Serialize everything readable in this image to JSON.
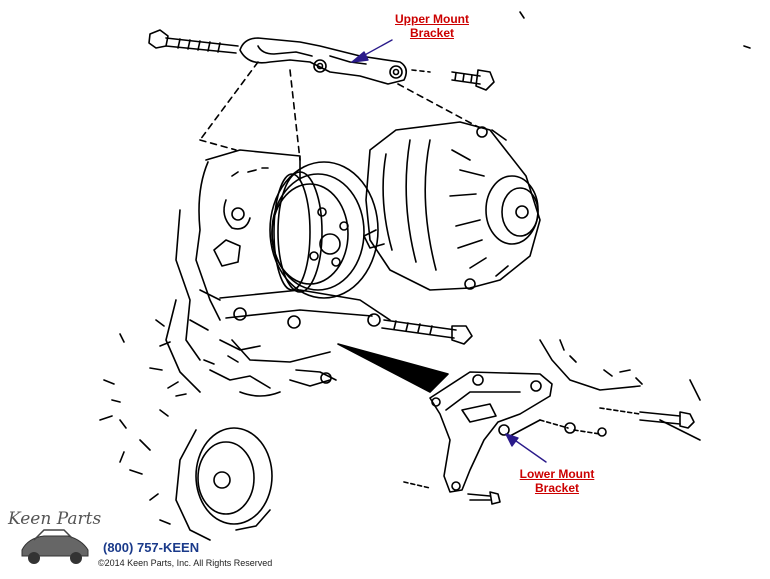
{
  "callouts": {
    "upper_mount_line1": "Upper Mount",
    "upper_mount_line2": "Bracket",
    "lower_mount_line1": "Lower Mount",
    "lower_mount_line2": "Bracket"
  },
  "footer": {
    "logo_text": "Keen Parts",
    "phone": "(800) 757-KEEN",
    "copyright": "©2014 Keen Parts, Inc. All Rights Reserved"
  },
  "colors": {
    "callout_text": "#cc0000",
    "arrow": "#2a1a8a",
    "phone_text": "#1a3a8a",
    "line_art": "#000000"
  }
}
